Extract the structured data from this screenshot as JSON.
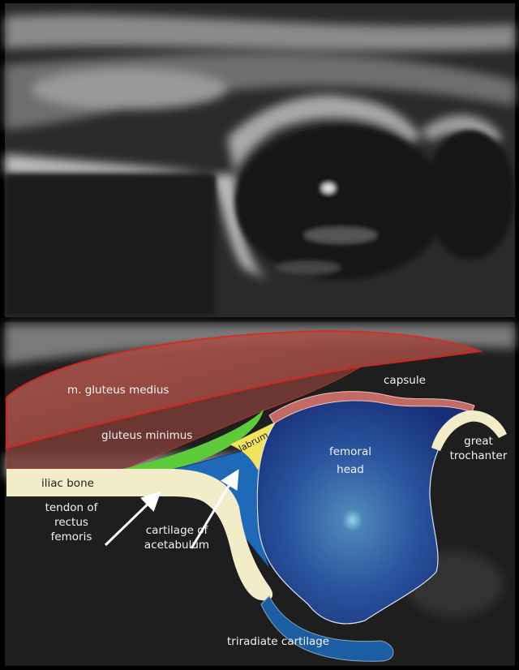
{
  "labels": {
    "gluteus_medius": "m. gluteus medius",
    "gluteus_minimus": "gluteus minimus",
    "capsule": "capsule",
    "labrum": "labrum",
    "femoral_head": [
      "femoral",
      "head"
    ],
    "great_trochanter": [
      "great",
      "trochanter"
    ],
    "iliac_bone": "iliac bone",
    "tendon_rectus_femoris": [
      "tendon of",
      "rectus",
      "femoris"
    ],
    "cartilage_acetabulum": [
      "cartilage of",
      "acetabulum"
    ],
    "triradiate_cartilage": "triradiate cartilage"
  },
  "colors": {
    "muscle": "#a0463f",
    "muscle_outline": "#e0261e",
    "tendon": "#5ecb3a",
    "bone": "#f3ecc8",
    "cartilage": "#1f6ab8",
    "labrum": "#f1e35a",
    "femoral_head": "#1e3f8f",
    "capsule": "#c26a64"
  }
}
